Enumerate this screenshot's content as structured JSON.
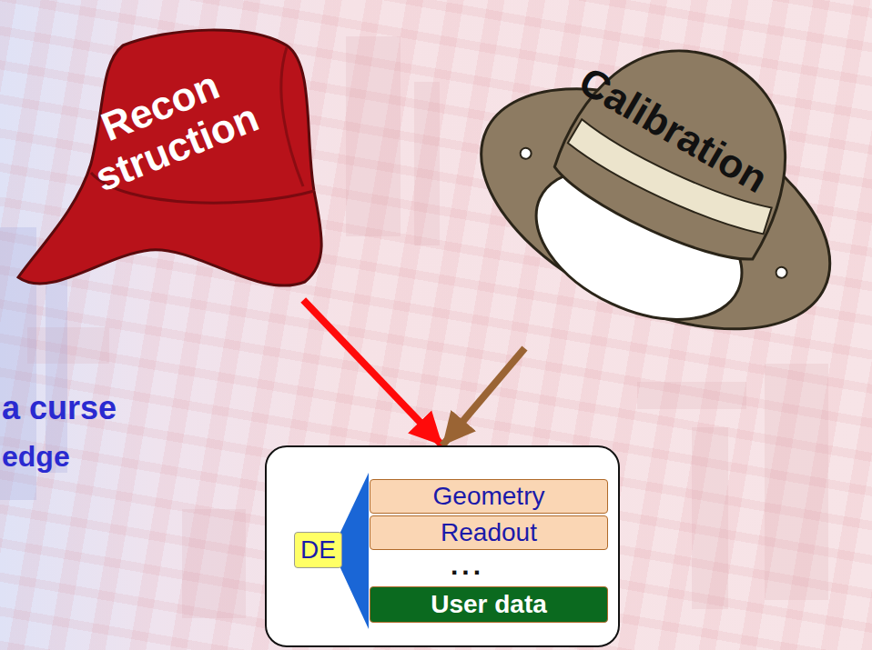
{
  "diagram": {
    "nodes": [
      {
        "text": [
          "Recon struction"
        ]
      },
      {
        "text": [
          "Calibration"
        ]
      },
      {
        "text": []
      },
      {
        "text": [
          "DE"
        ],
        "in": 2
      },
      {
        "text": [
          "Geometry"
        ],
        "in": 2
      },
      {
        "text": [
          "Readout"
        ],
        "in": 2
      },
      {
        "text": [
          "User data"
        ],
        "in": 2
      }
    ],
    "edges": [
      {
        "from": 0,
        "to": 2,
        "arrow": "to"
      },
      {
        "from": 1,
        "to": 2,
        "arrow": "to"
      }
    ],
    "labels": [
      "a curse",
      "edge",
      "..."
    ]
  }
}
